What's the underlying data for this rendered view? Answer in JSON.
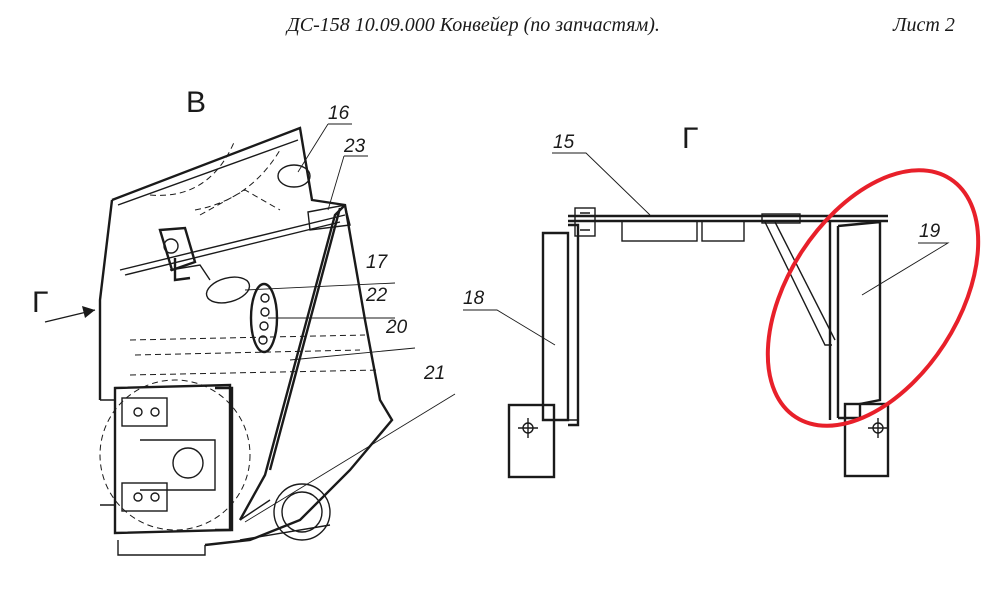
{
  "header": {
    "title": "ДС-158 10.09.000 Конвейер (по запчастям).",
    "sheet": "Лист 2"
  },
  "views": {
    "left": {
      "view_label": "В",
      "arrow_label": "Г",
      "callouts": [
        "16",
        "23",
        "17",
        "22",
        "20",
        "21"
      ]
    },
    "right": {
      "view_label": "Г",
      "callouts": [
        "15",
        "18",
        "19"
      ]
    }
  },
  "colors": {
    "line": "#1a1a1a",
    "highlight": "#e8202a"
  }
}
